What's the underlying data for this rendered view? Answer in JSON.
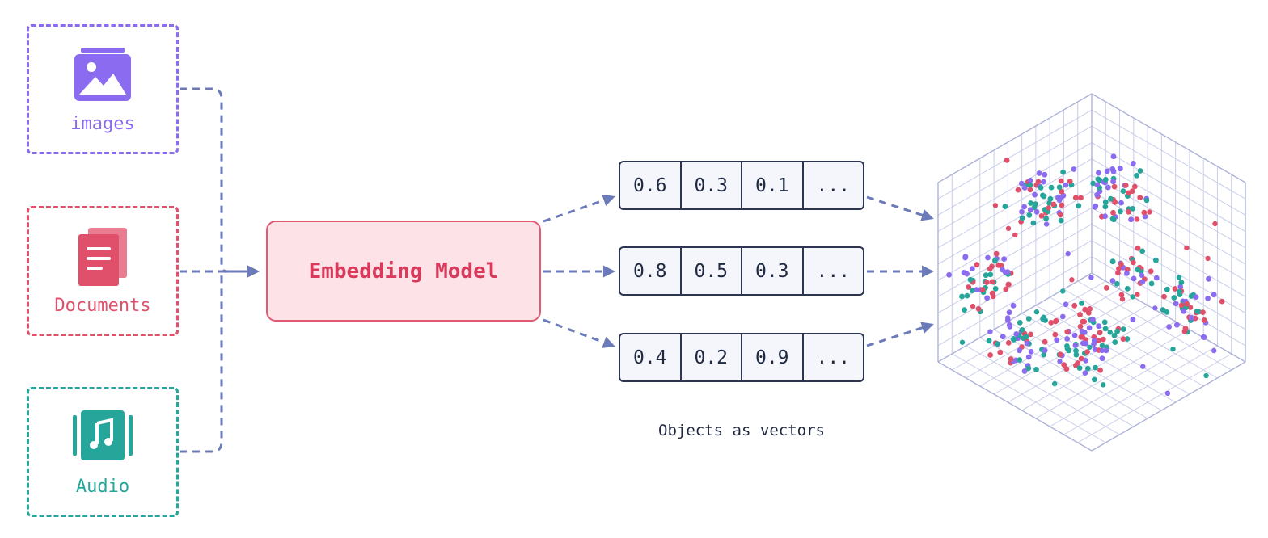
{
  "sources": [
    {
      "id": "images",
      "label": "images",
      "icon": "image-icon",
      "color": "#8b6cf0"
    },
    {
      "id": "documents",
      "label": "Documents",
      "icon": "documents-icon",
      "color": "#e0506b"
    },
    {
      "id": "audio",
      "label": "Audio",
      "icon": "audio-icon",
      "color": "#26a69a"
    }
  ],
  "model": {
    "label": "Embedding Model",
    "fill": "#fde2e8",
    "border": "#e05a74",
    "text_color": "#d93a5c"
  },
  "vectors": [
    [
      "0.6",
      "0.3",
      "0.1",
      "..."
    ],
    [
      "0.8",
      "0.5",
      "0.3",
      "..."
    ],
    [
      "0.4",
      "0.2",
      "0.9",
      "..."
    ]
  ],
  "vectors_caption": "Objects as vectors",
  "arrow_color": "#6b7ab8",
  "scatter": {
    "description_icon": "vector-space-3d-icon",
    "point_colors": [
      "#8b6cf0",
      "#e0506b",
      "#26a69a"
    ],
    "grid_color": "#c9cde8"
  }
}
